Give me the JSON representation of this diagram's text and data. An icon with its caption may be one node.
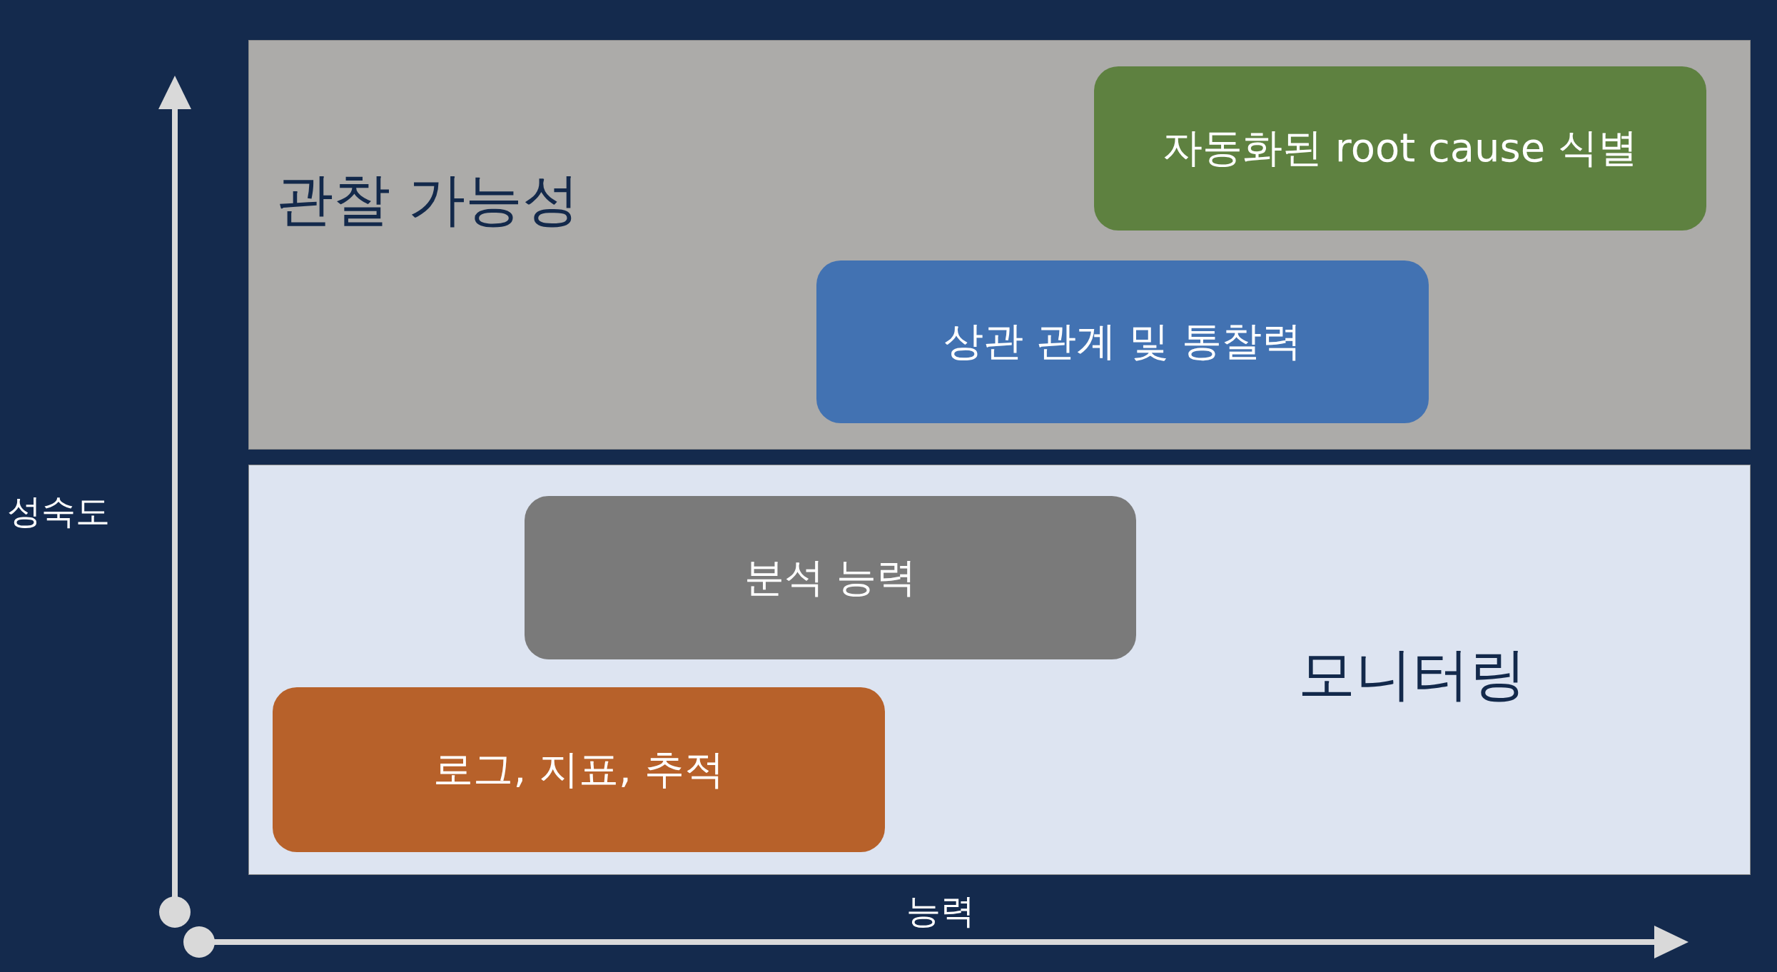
{
  "diagram": {
    "nodes": [
      {
        "text": [
          "관찰 가능성"
        ]
      },
      {
        "text": [
          "자동화된 root cause 식별"
        ],
        "in": 0
      },
      {
        "text": [
          "상관 관계 및 통찰력"
        ],
        "in": 0
      },
      {
        "text": [
          "모니터링"
        ]
      },
      {
        "text": [
          "분석 능력"
        ],
        "in": 3
      },
      {
        "text": [
          "로그, 지표, 추적"
        ],
        "in": 3
      }
    ],
    "labels": [
      "성숙도",
      "능력"
    ]
  }
}
